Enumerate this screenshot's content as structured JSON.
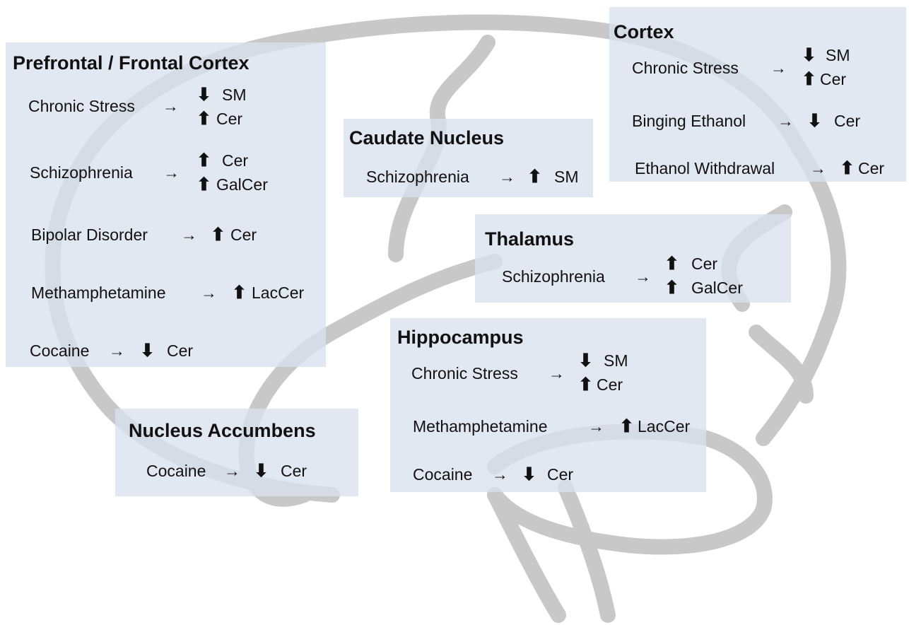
{
  "arrow_glyph": "→",
  "direction_glyphs": {
    "up": "🡑",
    "down": "🡓"
  },
  "regions": [
    {
      "id": "prefrontal",
      "title": "Prefrontal / Frontal Cortex",
      "entries": [
        {
          "condition": "Chronic Stress",
          "effects": [
            {
              "direction": "down",
              "lipid": "SM"
            },
            {
              "direction": "up",
              "lipid": "Cer"
            }
          ]
        },
        {
          "condition": "Schizophrenia",
          "effects": [
            {
              "direction": "up",
              "lipid": "Cer"
            },
            {
              "direction": "up",
              "lipid": "GalCer"
            }
          ]
        },
        {
          "condition": "Bipolar Disorder",
          "effects": [
            {
              "direction": "up",
              "lipid": "Cer"
            }
          ]
        },
        {
          "condition": "Methamphetamine",
          "effects": [
            {
              "direction": "up",
              "lipid": "LacCer"
            }
          ]
        },
        {
          "condition": "Cocaine",
          "effects": [
            {
              "direction": "down",
              "lipid": "Cer"
            }
          ]
        }
      ]
    },
    {
      "id": "caudate",
      "title": "Caudate Nucleus",
      "entries": [
        {
          "condition": "Schizophrenia",
          "effects": [
            {
              "direction": "up",
              "lipid": "SM"
            }
          ]
        }
      ]
    },
    {
      "id": "cortex",
      "title": "Cortex",
      "entries": [
        {
          "condition": "Chronic Stress",
          "effects": [
            {
              "direction": "down",
              "lipid": "SM"
            },
            {
              "direction": "up",
              "lipid": "Cer"
            }
          ]
        },
        {
          "condition": "Binging Ethanol",
          "effects": [
            {
              "direction": "down",
              "lipid": "Cer"
            }
          ]
        },
        {
          "condition": "Ethanol Withdrawal",
          "effects": [
            {
              "direction": "up",
              "lipid": "Cer"
            }
          ]
        }
      ]
    },
    {
      "id": "thalamus",
      "title": "Thalamus",
      "entries": [
        {
          "condition": "Schizophrenia",
          "effects": [
            {
              "direction": "up",
              "lipid": "Cer"
            },
            {
              "direction": "up",
              "lipid": "GalCer"
            }
          ]
        }
      ]
    },
    {
      "id": "hippocampus",
      "title": "Hippocampus",
      "entries": [
        {
          "condition": "Chronic Stress",
          "effects": [
            {
              "direction": "down",
              "lipid": "SM"
            },
            {
              "direction": "up",
              "lipid": "Cer"
            }
          ]
        },
        {
          "condition": "Methamphetamine",
          "effects": [
            {
              "direction": "up",
              "lipid": "LacCer"
            }
          ]
        },
        {
          "condition": "Cocaine",
          "effects": [
            {
              "direction": "down",
              "lipid": "Cer"
            }
          ]
        }
      ]
    },
    {
      "id": "accumbens",
      "title": "Nucleus Accumbens",
      "entries": [
        {
          "condition": "Cocaine",
          "effects": [
            {
              "direction": "down",
              "lipid": "Cer"
            }
          ]
        }
      ]
    }
  ],
  "colors": {
    "brain_outline": "#c8c8c8",
    "panel_fill": "#dae1ee",
    "text": "#111111",
    "background": "#ffffff"
  }
}
